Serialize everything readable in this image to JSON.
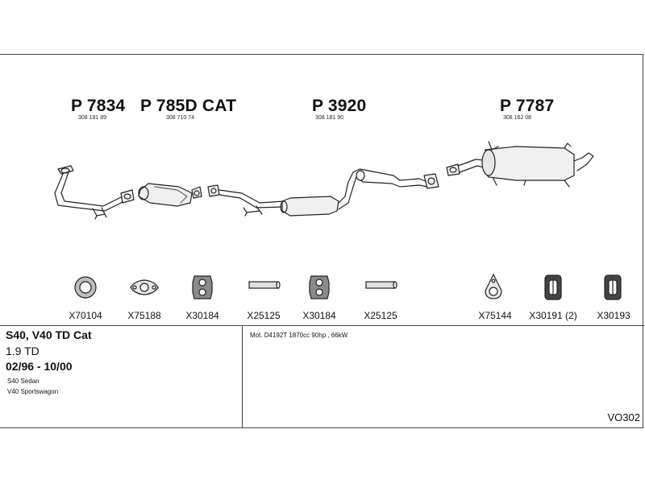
{
  "sections": [
    {
      "part_no": "P 7834",
      "oe_no": "308 181 89"
    },
    {
      "part_no": "P 785D CAT",
      "oe_no": "308 710 74"
    },
    {
      "part_no": "P 3920",
      "oe_no": "308 181 90"
    },
    {
      "part_no": "P 7787",
      "oe_no": "308 162 08"
    }
  ],
  "fittings": [
    {
      "code": "X70104",
      "icon": "gasket-ring-icon"
    },
    {
      "code": "X75188",
      "icon": "flange-gasket-icon"
    },
    {
      "code": "X30184",
      "icon": "rubber-hanger-icon"
    },
    {
      "code": "X25125",
      "icon": "pipe-sleeve-icon"
    },
    {
      "code": "X30184",
      "icon": "rubber-hanger-icon"
    },
    {
      "code": "X25125",
      "icon": "pipe-sleeve-icon"
    },
    {
      "code": "X75144",
      "icon": "pointed-gasket-icon"
    },
    {
      "code": "X30191 (2)",
      "icon": "mounting-rubber-icon"
    },
    {
      "code": "X30193",
      "icon": "mounting-rubber-icon"
    }
  ],
  "vehicle": {
    "model": "S40, V40 TD Cat",
    "engine": "1.9 TD",
    "years": "02/96 - 10/00",
    "body_types": [
      "S40 Sedan",
      "V40 Sportswagon"
    ]
  },
  "engine_info": "Mot. D4192T 1870cc 90hp , 66kW",
  "diagram_code": "VO302"
}
